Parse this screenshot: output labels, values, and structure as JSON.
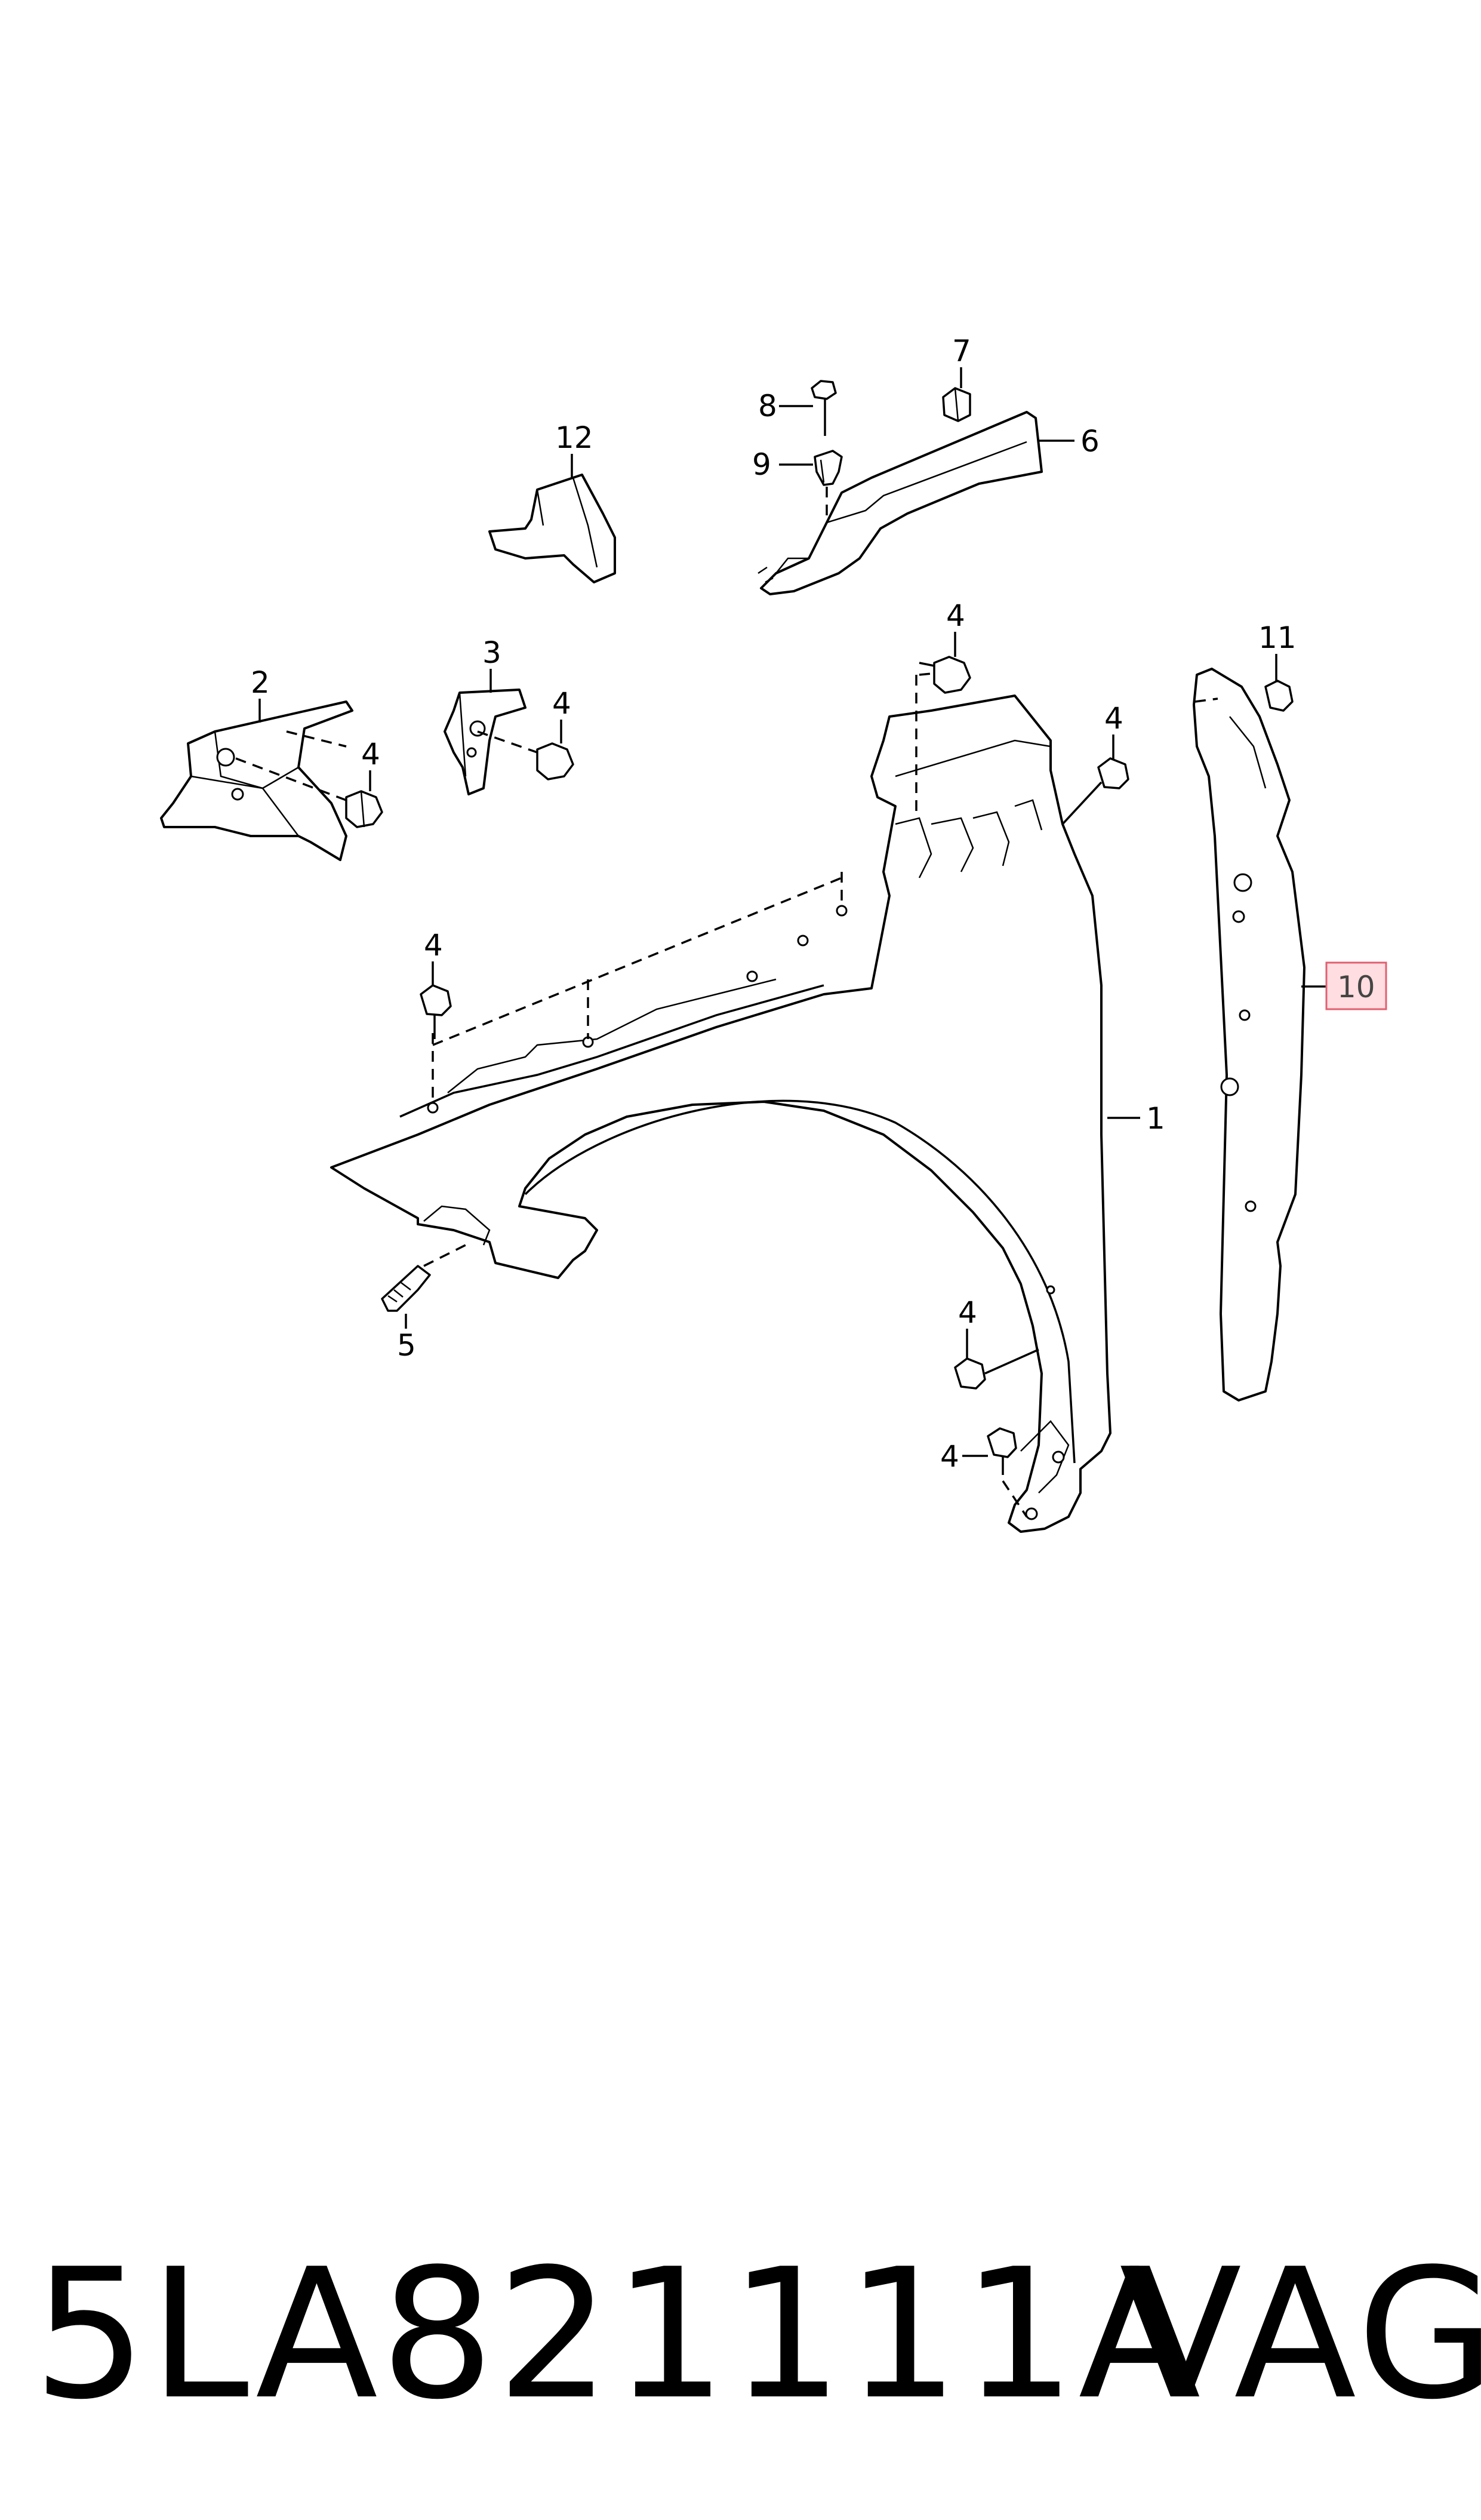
{
  "diagram": {
    "callouts": {
      "c1": "1",
      "c2": "2",
      "c3": "3",
      "c4a": "4",
      "c4b": "4",
      "c4c": "4",
      "c4d": "4",
      "c4e": "4",
      "c4f": "4",
      "c4g": "4",
      "c5": "5",
      "c6": "6",
      "c7": "7",
      "c8": "8",
      "c9": "9",
      "c10": "10",
      "c11": "11",
      "c12": "12"
    },
    "highlighted_callout": "10",
    "highlight_color": "#ffdde0"
  },
  "footer": {
    "part_number": "5LA821111A",
    "brand": "VAG"
  }
}
